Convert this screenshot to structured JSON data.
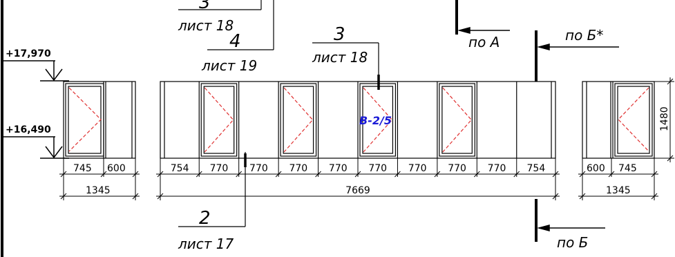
{
  "levels": {
    "top": "+17,970",
    "bottom": "+16,490"
  },
  "height_dim": "1480",
  "window_mark": "В-2/5",
  "left_block": {
    "dims": [
      "745",
      "600"
    ],
    "total": "1345"
  },
  "center_block": {
    "dims": [
      "754",
      "770",
      "770",
      "770",
      "770",
      "770",
      "770",
      "770",
      "770",
      "754"
    ],
    "total": "7669"
  },
  "right_block": {
    "dims": [
      "600",
      "745"
    ],
    "total": "1345"
  },
  "callouts": {
    "top_3": {
      "num": "3",
      "sheet": "лист 18"
    },
    "top_4": {
      "num": "4",
      "sheet": "лист 19"
    },
    "mid_3": {
      "num": "3",
      "sheet": "лист 18"
    },
    "bottom_2": {
      "num": "2",
      "sheet": "лист 17"
    }
  },
  "sections": {
    "a": "по А",
    "b_star": "по Б*",
    "b": "по Б"
  }
}
